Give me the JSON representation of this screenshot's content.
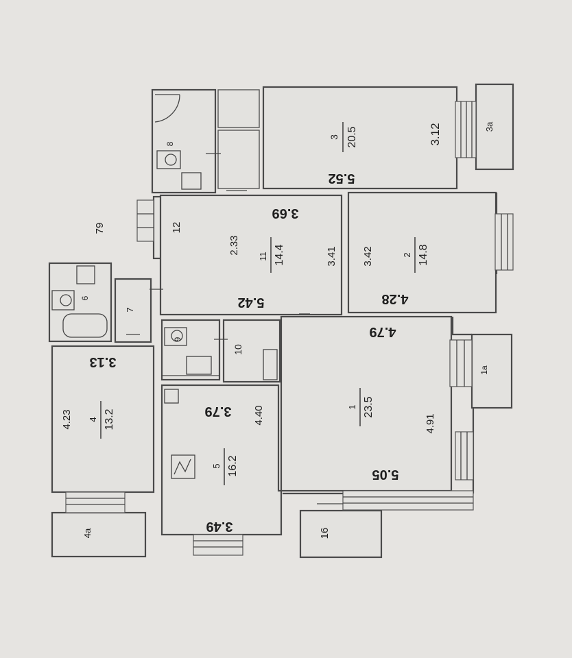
{
  "plan": {
    "label_79": "79",
    "rooms": {
      "r1": {
        "num": "1",
        "area": "23.5"
      },
      "r2": {
        "num": "2",
        "area": "14.8"
      },
      "r3": {
        "num": "3",
        "area": "20.5"
      },
      "r4": {
        "num": "4",
        "area": "13.2"
      },
      "r5": {
        "num": "5",
        "area": "16.2"
      },
      "r6": {
        "num": "6"
      },
      "r7": {
        "num": "7"
      },
      "r8": {
        "num": "8"
      },
      "r9": {
        "num": "9"
      },
      "r10": {
        "num": "10"
      },
      "r11": {
        "num": "11",
        "area": "14.4"
      },
      "r12": {
        "num": "12"
      },
      "r16": {
        "num": "16"
      }
    },
    "balconies": {
      "b1": "1a",
      "b3": "3a",
      "b4": "4a"
    },
    "dimensions": {
      "d_5_52": "5.52",
      "d_3_12": "3.12",
      "d_3_69": "3.69",
      "d_2_33": "2.33",
      "d_3_41": "3.41",
      "d_5_42": "5.42",
      "d_3_42": "3.42",
      "d_4_28": "4.28",
      "d_4_79": "4.79",
      "d_4_91": "4.91",
      "d_5_05": "5.05",
      "d_3_79": "3.79",
      "d_4_40": "4.40",
      "d_3_49": "3.49",
      "d_4_23": "4.23",
      "d_3_13": "3.13"
    }
  }
}
